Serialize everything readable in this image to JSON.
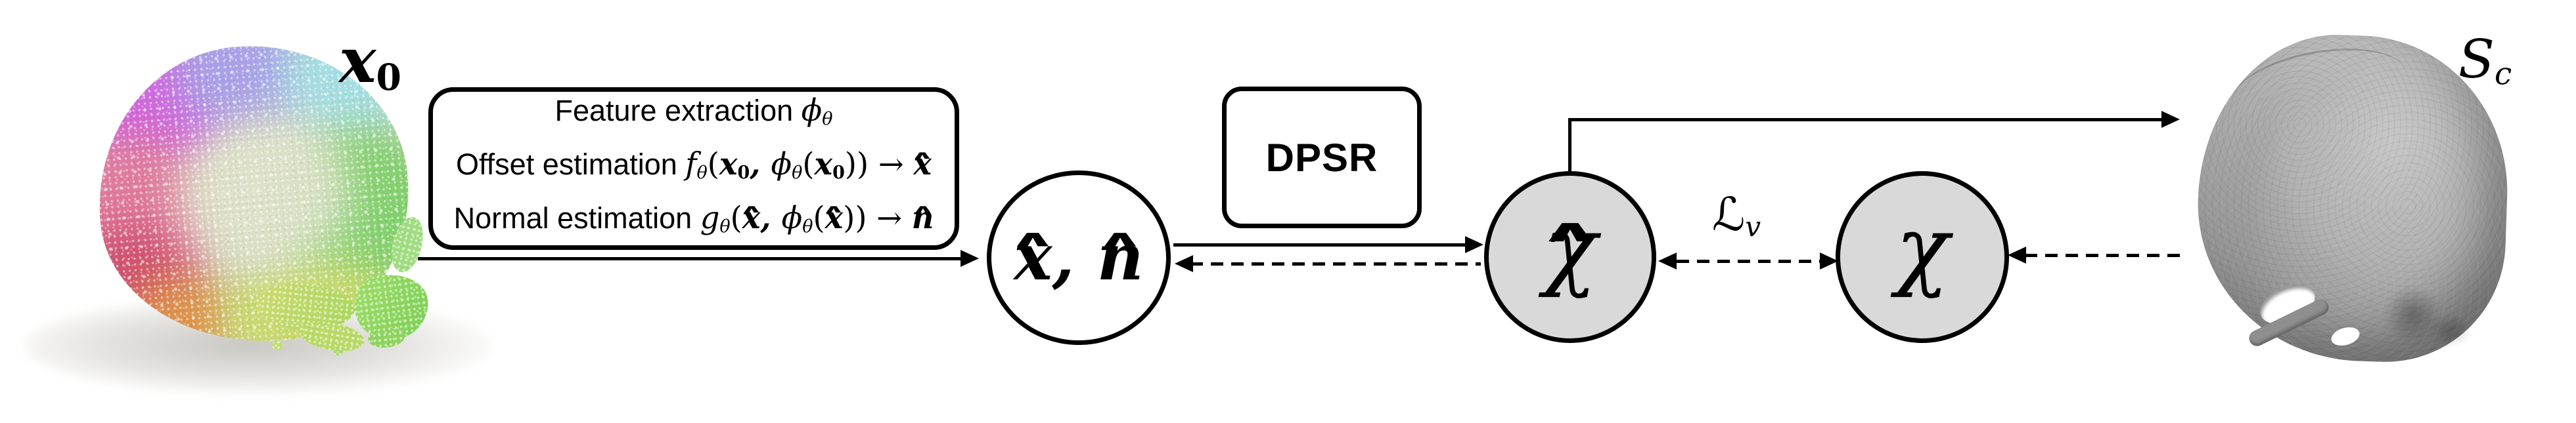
{
  "figure": {
    "type": "pipeline-diagram",
    "description": "Point-cloud-to-surface reconstruction pipeline: noisy point cloud x0 is processed (feature extraction, offset estimation, normal estimation), passed through DPSR to an indicator grid chi-hat, compared to chi (loss Lv) obtained from the ground-truth surface Sc.",
    "colors": {
      "background": "#ffffff",
      "node_fill_gray": "#d9d9d9",
      "node_fill_white": "#ffffff",
      "stroke": "#000000"
    },
    "labels": {
      "input_pointcloud": {
        "text": "x0",
        "segs": [
          {
            "t": "x",
            "c": "bi"
          },
          {
            "t": "0",
            "c": "bsub"
          }
        ]
      },
      "processing_box": {
        "lines": [
          {
            "text": "Feature extraction ϕθ",
            "segs": [
              {
                "t": "Feature extraction ",
                "c": "r"
              },
              {
                "t": "ϕ",
                "c": "m"
              },
              {
                "t": "θ",
                "c": "sub"
              }
            ]
          },
          {
            "text": "Offset estimation fθ(x0, ϕθ(x0)) → x̂",
            "segs": [
              {
                "t": "Offset estimation ",
                "c": "r"
              },
              {
                "t": "f",
                "c": "m"
              },
              {
                "t": "θ",
                "c": "sub"
              },
              {
                "t": "(",
                "c": "p"
              },
              {
                "t": "x",
                "c": "bi"
              },
              {
                "t": "0",
                "c": "bsub"
              },
              {
                "t": ", ",
                "c": "bi"
              },
              {
                "t": "ϕ",
                "c": "m"
              },
              {
                "t": "θ",
                "c": "sub"
              },
              {
                "t": "(",
                "c": "p"
              },
              {
                "t": "x",
                "c": "bi"
              },
              {
                "t": "0",
                "c": "bsub"
              },
              {
                "t": "))",
                "c": "p"
              },
              {
                "t": " → ",
                "c": "p"
              },
              {
                "t": "x",
                "c": "bi hat"
              }
            ]
          },
          {
            "text": "Normal estimation gθ(x̂, ϕθ(x̂)) → n̂",
            "segs": [
              {
                "t": "Normal estimation ",
                "c": "r"
              },
              {
                "t": "g",
                "c": "m"
              },
              {
                "t": "θ",
                "c": "sub"
              },
              {
                "t": "(",
                "c": "p"
              },
              {
                "t": "x",
                "c": "bi hat"
              },
              {
                "t": ", ",
                "c": "bi"
              },
              {
                "t": "ϕ",
                "c": "m"
              },
              {
                "t": "θ",
                "c": "sub"
              },
              {
                "t": "(",
                "c": "p"
              },
              {
                "t": "x",
                "c": "bi hat"
              },
              {
                "t": "))",
                "c": "p"
              },
              {
                "t": " → ",
                "c": "p"
              },
              {
                "t": "n",
                "c": "bi hat"
              }
            ]
          }
        ]
      },
      "dpsr_box": {
        "text": "DPSR"
      },
      "xn_node": {
        "text": "x̂, n̂",
        "segs": [
          {
            "t": "x",
            "c": "bi hat"
          },
          {
            "t": ", ",
            "c": "bi"
          },
          {
            "t": "n",
            "c": "bi hat"
          }
        ]
      },
      "chi_hat_node": {
        "text": "χ̂",
        "segs": [
          {
            "t": "χ",
            "c": "m hat hx"
          }
        ]
      },
      "chi_node": {
        "text": "χ",
        "segs": [
          {
            "t": "χ",
            "c": "m"
          }
        ]
      },
      "loss": {
        "text": "ℒv",
        "segs": [
          {
            "t": "ℒ",
            "c": "scr"
          },
          {
            "t": "v",
            "c": "sub"
          }
        ]
      },
      "output_surface": {
        "text": "Sc",
        "segs": [
          {
            "t": "S",
            "c": "m"
          },
          {
            "t": "c",
            "c": "sub"
          }
        ]
      }
    },
    "edges": [
      {
        "from": "pointcloud-x0",
        "to": "xn-node",
        "style": "solid-arrow"
      },
      {
        "from": "xn-node",
        "to": "chi-hat-node",
        "style": "solid-arrow",
        "via": "DPSR"
      },
      {
        "from": "chi-hat-node",
        "to": "xn-node",
        "style": "dashed-arrow"
      },
      {
        "from": "chi-hat-node",
        "to": "surface-mesh-Sc",
        "style": "solid-elbow-arrow"
      },
      {
        "from": "chi-hat-node",
        "to": "chi-node",
        "style": "dashed-double-arrow",
        "label": "ℒv"
      },
      {
        "from": "surface-mesh-Sc",
        "to": "chi-node",
        "style": "dashed-arrow"
      }
    ]
  }
}
